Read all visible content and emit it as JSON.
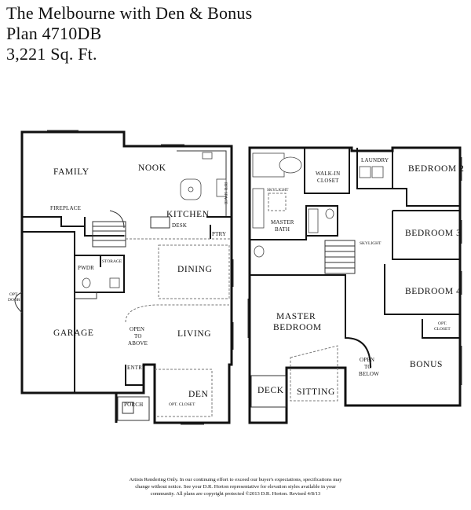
{
  "header": {
    "title_line1": "The Melbourne with Den & Bonus",
    "title_line2": "Plan 4710DB",
    "title_line3": "3,221 Sq. Ft."
  },
  "first_floor": {
    "family": "FAMILY",
    "nook": "NOOK",
    "kitchen": "KITCHEN",
    "fireplace": "FIREPLACE",
    "desk": "DESK",
    "pantry": "PTRY",
    "ref_space": "RFR SPACE",
    "storage": "STORAGE",
    "powder": "PWDR",
    "dining": "DINING",
    "opt_door_1": "OPT.",
    "opt_door_2": "DOOR",
    "garage": "GARAGE",
    "open_to_above_1": "OPEN",
    "open_to_above_2": "TO",
    "open_to_above_3": "ABOVE",
    "living": "LIVING",
    "entry": "ENTRY",
    "porch": "PORCH",
    "den": "DEN",
    "opt_closet": "OPT. CLOSET"
  },
  "second_floor": {
    "walk_in_1": "WALK-IN",
    "walk_in_2": "CLOSET",
    "laundry": "LAUNDRY",
    "bedroom2": "BEDROOM 2",
    "skylight_1": "SKYLIGHT",
    "master_bath_1": "MASTER",
    "master_bath_2": "BATH",
    "skylight_2": "SKYLIGHT",
    "bedroom3": "BEDROOM 3",
    "bedroom4": "BEDROOM 4",
    "master_bed_1": "MASTER",
    "master_bed_2": "BEDROOM",
    "opt_closet_1": "OPT.",
    "opt_closet_2": "CLOSET",
    "open_to_below_1": "OPEN",
    "open_to_below_2": "TO",
    "open_to_below_3": "BELOW",
    "bonus": "BONUS",
    "deck": "DECK",
    "sitting": "SITTING"
  },
  "footer": {
    "disclaimer_line1": "Artists Rendering Only. In our continuing effort to exceed our buyer's expectations, specifications may",
    "disclaimer_line2": "change without notice. See your D.R. Horton representative for elevation styles available in your",
    "disclaimer_line3": "community. All plans are copyright protected ©2013 D.R. Horton. Revised 4/8/13"
  }
}
